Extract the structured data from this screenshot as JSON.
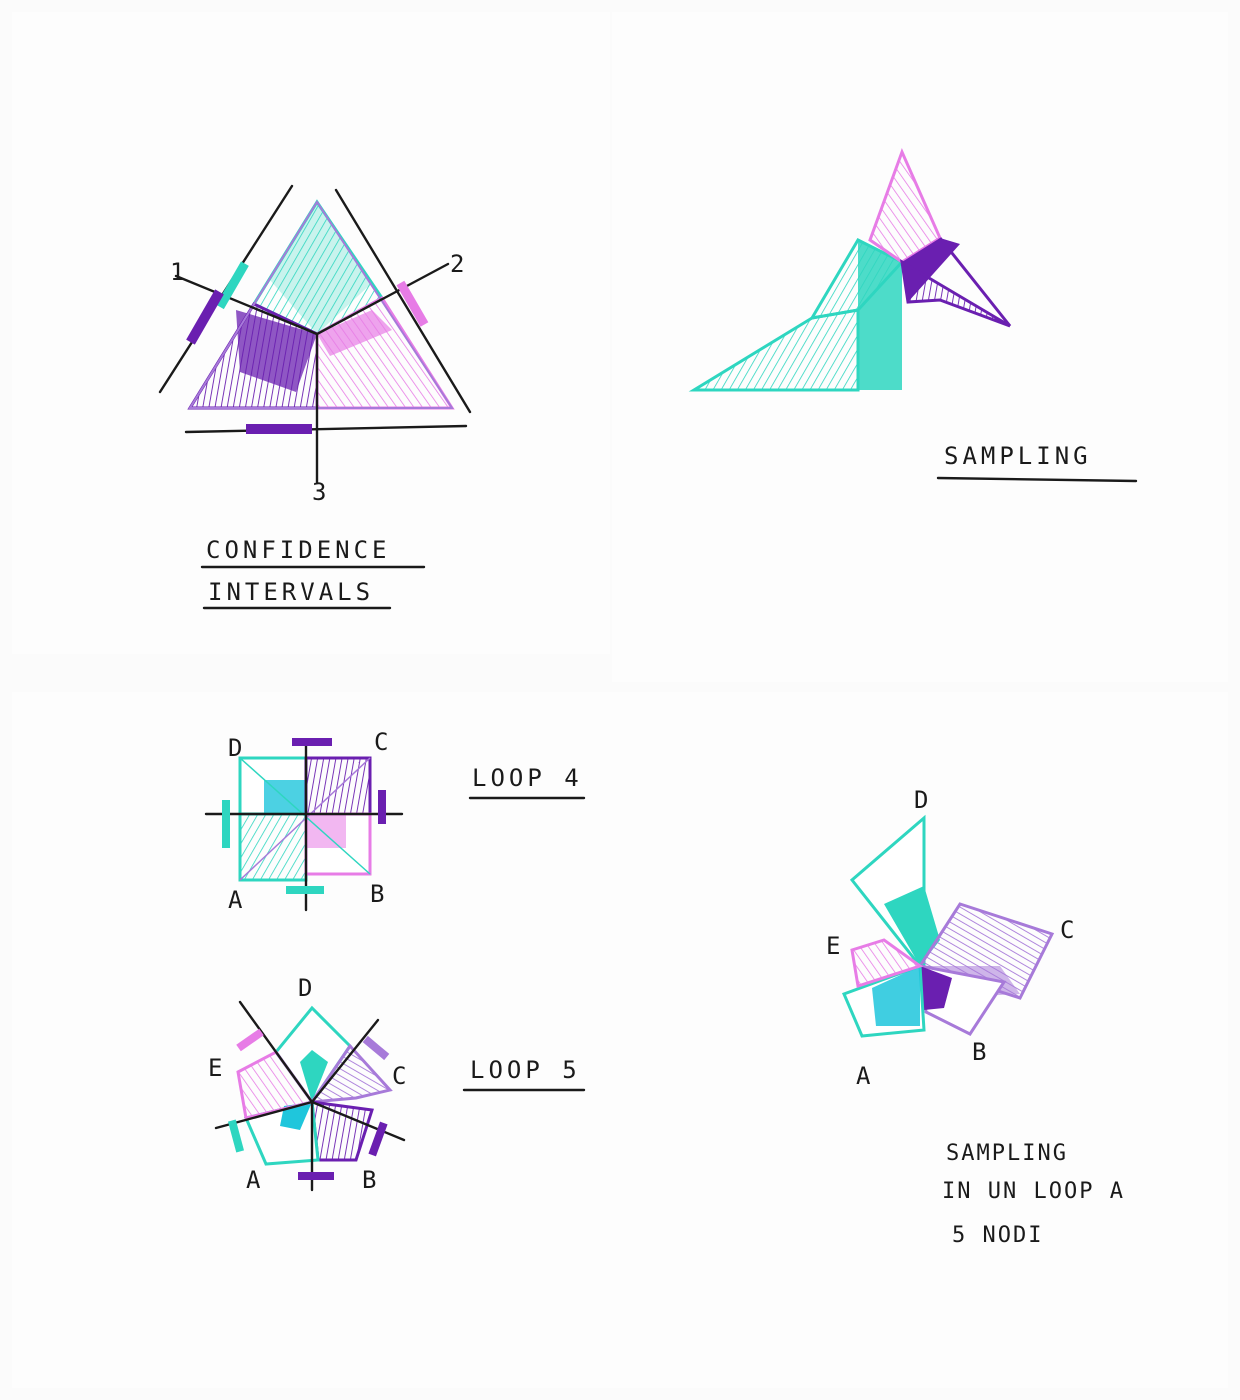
{
  "panels": {
    "confidence": {
      "caption_line1": "CONFIDENCE",
      "caption_line2": "INTERVALS",
      "axis_labels": [
        "1",
        "2",
        "3"
      ]
    },
    "sampling": {
      "caption": "SAMPLING"
    },
    "loop4": {
      "caption": "LOOP 4",
      "nodes": [
        "A",
        "B",
        "C",
        "D"
      ]
    },
    "loop5": {
      "caption": "LOOP 5",
      "nodes": [
        "A",
        "B",
        "C",
        "D",
        "E"
      ]
    },
    "loop5_sampling": {
      "caption_line1": "SAMPLING",
      "caption_line2": "IN UN LOOP A",
      "caption_line3": "5 NODI",
      "nodes": [
        "A",
        "B",
        "C",
        "D",
        "E"
      ]
    }
  },
  "colors": {
    "teal": "#2ed6c0",
    "cyan": "#1fc6dc",
    "pink": "#e77ce6",
    "lilac": "#a77ad9",
    "purple": "#6a1fb0",
    "ink": "#1a1a1a",
    "paper": "#fbfbfb"
  }
}
